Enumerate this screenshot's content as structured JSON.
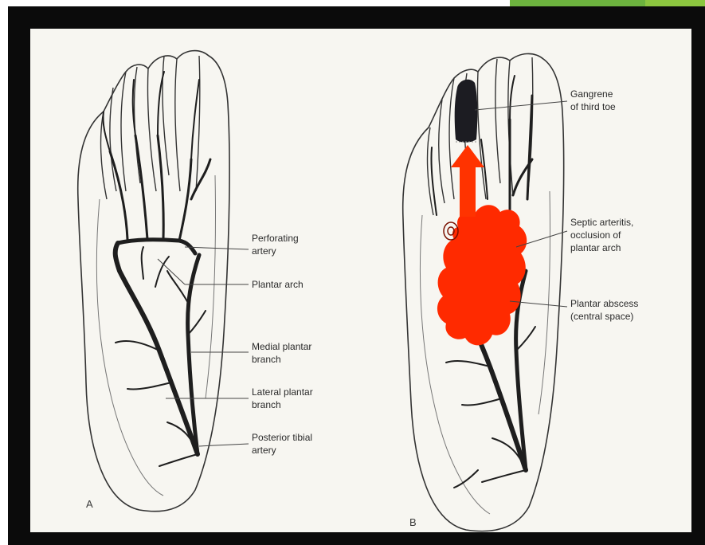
{
  "panel_a": {
    "letter": "A",
    "labels": {
      "perforating": [
        "Perforating",
        "artery"
      ],
      "plantar_arch": [
        "Plantar arch"
      ],
      "medial": [
        "Medial plantar",
        "branch"
      ],
      "lateral": [
        "Lateral plantar",
        "branch"
      ],
      "tibial": [
        "Posterior tibial",
        "artery"
      ]
    }
  },
  "panel_b": {
    "letter": "B",
    "labels": {
      "gangrene": [
        "Gangrene",
        "of third toe"
      ],
      "septic": [
        "Septic arteritis,",
        "occlusion of",
        "plantar arch"
      ],
      "abscess": [
        "Plantar abscess",
        "(central space)"
      ]
    }
  },
  "colors": {
    "abscess_red": "#ff2a00",
    "arrow_red": "#ff3300",
    "vessel": "#1e1e1e",
    "gangrene": "#1c1c22",
    "accent_green": "#6cb33e"
  }
}
